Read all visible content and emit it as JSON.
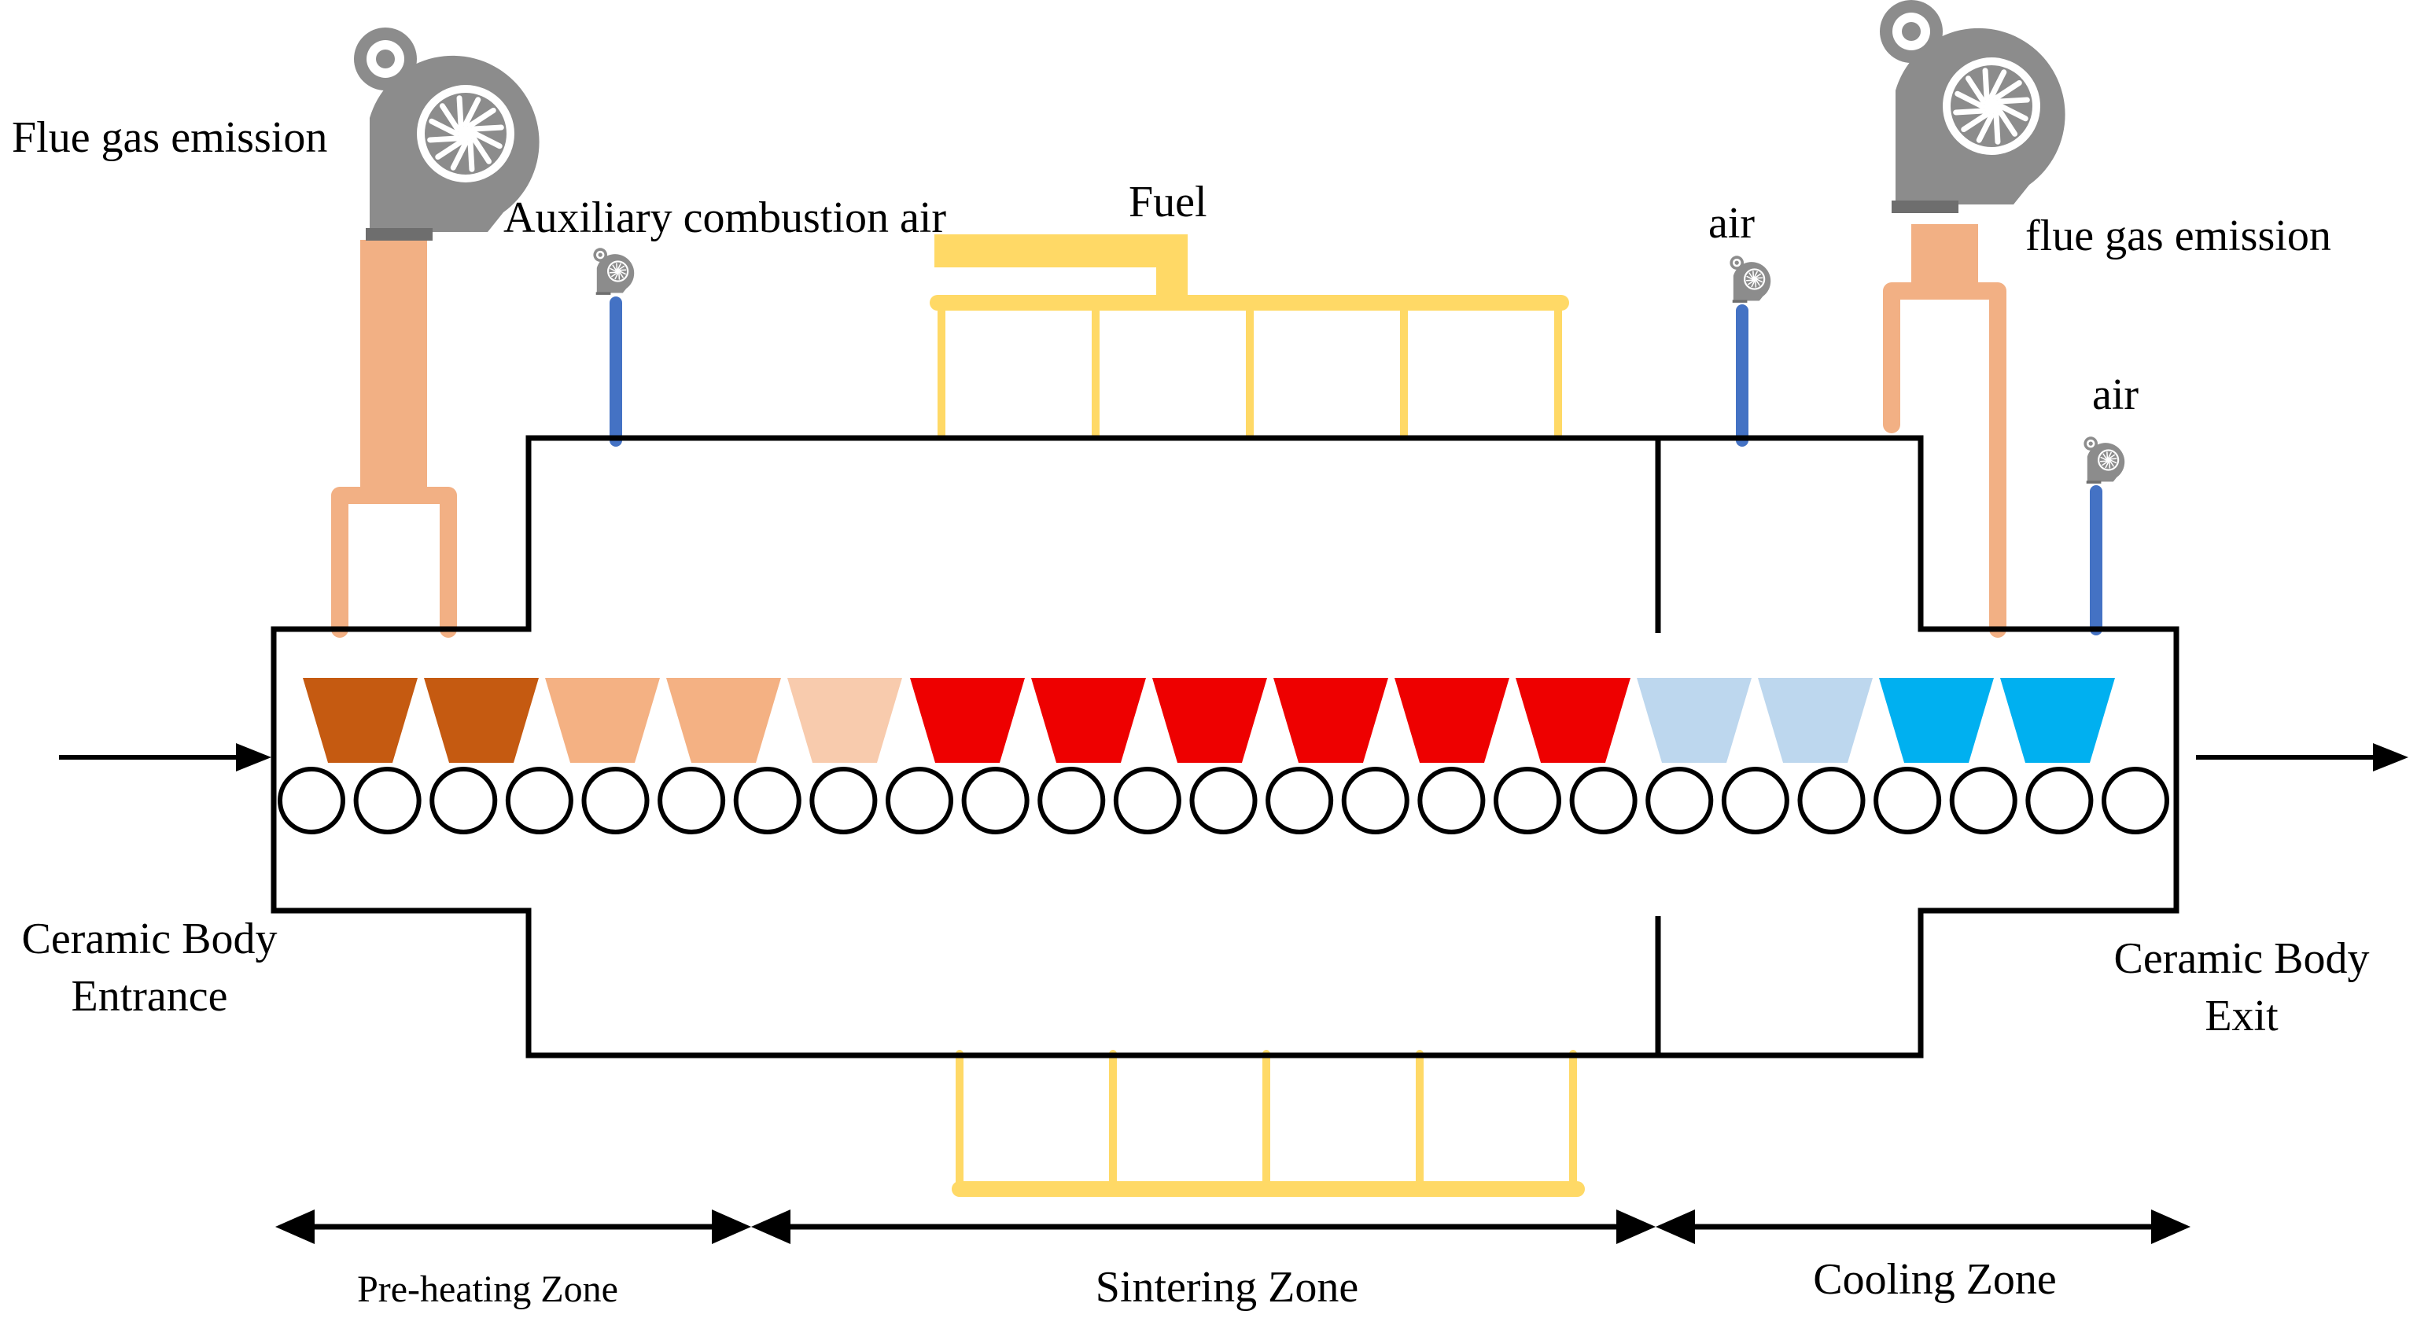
{
  "labels": {
    "flue_gas_left": "Flue gas emission",
    "flue_gas_right": "flue gas emission",
    "aux_air": "Auxiliary combustion air",
    "fuel": "Fuel",
    "air_top": "air",
    "air_right": "air",
    "entrance_line1": "Ceramic Body",
    "entrance_line2": "Entrance",
    "exit_line1": "Ceramic Body",
    "exit_line2": "Exit",
    "zone_preheat": "Pre-heating Zone",
    "zone_sinter": "Sintering Zone",
    "zone_cool": "Cooling Zone"
  },
  "colors": {
    "outline": "#000000",
    "flue_pipe": "#f2b084",
    "fuel_pipe": "#ffd966",
    "air_pipe": "#4472c4",
    "fan": "#8c8c8c",
    "preheat_dark": "#c55a11",
    "preheat_mid": "#f4b183",
    "preheat_light": "#f8cbad",
    "sinter_red": "#ee0000",
    "cool_light": "#bdd7ee",
    "cool_blue": "#00b0f0"
  },
  "ceramic_bodies": [
    "preheat_dark",
    "preheat_dark",
    "preheat_mid",
    "preheat_mid",
    "preheat_light",
    "sinter_red",
    "sinter_red",
    "sinter_red",
    "sinter_red",
    "sinter_red",
    "sinter_red",
    "cool_light",
    "cool_light",
    "cool_blue",
    "cool_blue"
  ],
  "roller_count": 25
}
